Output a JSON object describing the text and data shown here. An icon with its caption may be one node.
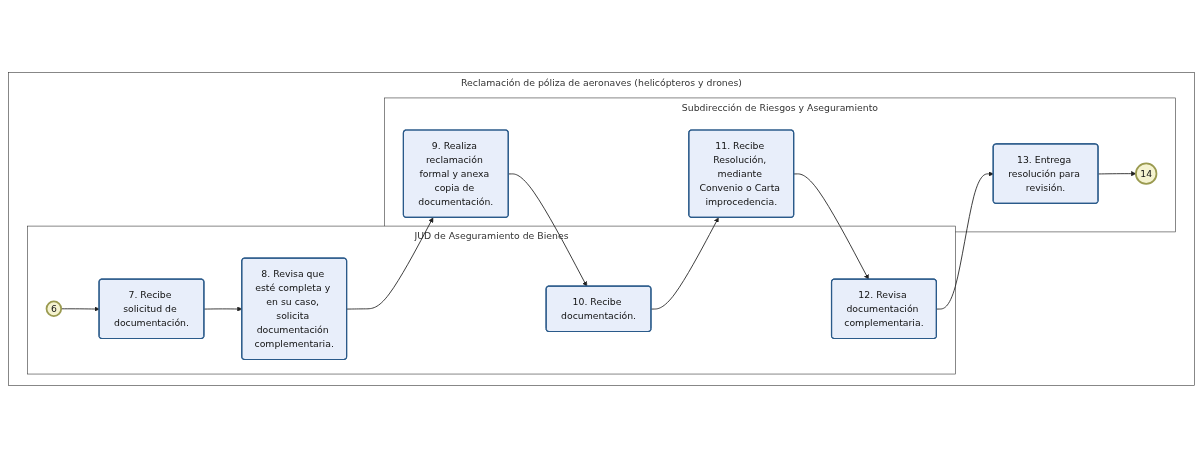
{
  "diagram": {
    "nodes": [
      {
        "text": [
          "Reclamación de póliza de aeronaves (helicópteros y drones)"
        ]
      },
      {
        "text": [
          "JUD de Aseguramiento de Bienes"
        ],
        "in": 0
      },
      {
        "text": [
          "Subdirección de Riesgos y Aseguramiento"
        ],
        "in": 0
      },
      {
        "text": [
          "6"
        ],
        "in": 1
      },
      {
        "text": [
          "7. Recibe solicitud de documentación."
        ],
        "in": 1
      },
      {
        "text": [
          "8. Revisa que esté completa y en su caso, solicita documentación complementaria."
        ],
        "in": 1
      },
      {
        "text": [
          "10. Recibe documentación."
        ],
        "in": 1
      },
      {
        "text": [
          "12. Revisa documentación complementaria."
        ],
        "in": 1
      },
      {
        "text": [
          "9. Realiza reclamación formal y anexa copia de documentación."
        ],
        "in": 2
      },
      {
        "text": [
          "11. Recibe Resolución, mediante Convenio o Carta improcedencia."
        ],
        "in": 2
      },
      {
        "text": [
          "13. Entrega resolución para revisión."
        ],
        "in": 2
      },
      {
        "text": [
          "14"
        ],
        "in": 2
      }
    ],
    "edges": [
      {
        "from": 3,
        "to": 4,
        "arrow": "to"
      },
      {
        "from": 4,
        "to": 5,
        "arrow": "to"
      },
      {
        "from": 5,
        "to": 8,
        "arrow": "to"
      },
      {
        "from": 8,
        "to": 6,
        "arrow": "to"
      },
      {
        "from": 6,
        "to": 9,
        "arrow": "to"
      },
      {
        "from": 9,
        "to": 7,
        "arrow": "to"
      },
      {
        "from": 7,
        "to": 10,
        "arrow": "to"
      },
      {
        "from": 10,
        "to": 11,
        "arrow": "to"
      }
    ]
  }
}
